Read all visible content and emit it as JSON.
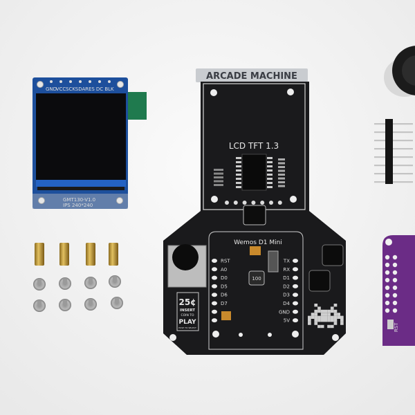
{
  "colors": {
    "background": "#f4f4f4",
    "pcb": "#1a1a1c",
    "silkscreen": "#e6e6e6",
    "lcd_board": "#1d4f9c",
    "brass": "#c9a13d",
    "purple_board": "#6b2c86"
  },
  "arcade_board": {
    "title": "ARCADE MACHINE",
    "lcd_label": "LCD TFT 1.3",
    "module_label": "Wemos D1 Mini",
    "inductor_label": "100",
    "left_pins": [
      "RST",
      "A0",
      "D0",
      "D5",
      "D6",
      "D7"
    ],
    "right_pins": [
      "TX",
      "RX",
      "D1",
      "D2",
      "D3",
      "D4",
      "GND",
      "5V"
    ],
    "coin": {
      "price": "25¢",
      "line1": "INSERT",
      "line2": "COIN TO",
      "line3": "PLAY",
      "line4": "PUSH TO SELECT"
    }
  },
  "lcd_module": {
    "pins": [
      "GND",
      "VCC",
      "SCK",
      "SDA",
      "RES",
      "DC",
      "BLK"
    ],
    "model": "GMT130-V1.0",
    "spec": "IPS 240*240"
  },
  "purple_board": {
    "label": "RST"
  }
}
